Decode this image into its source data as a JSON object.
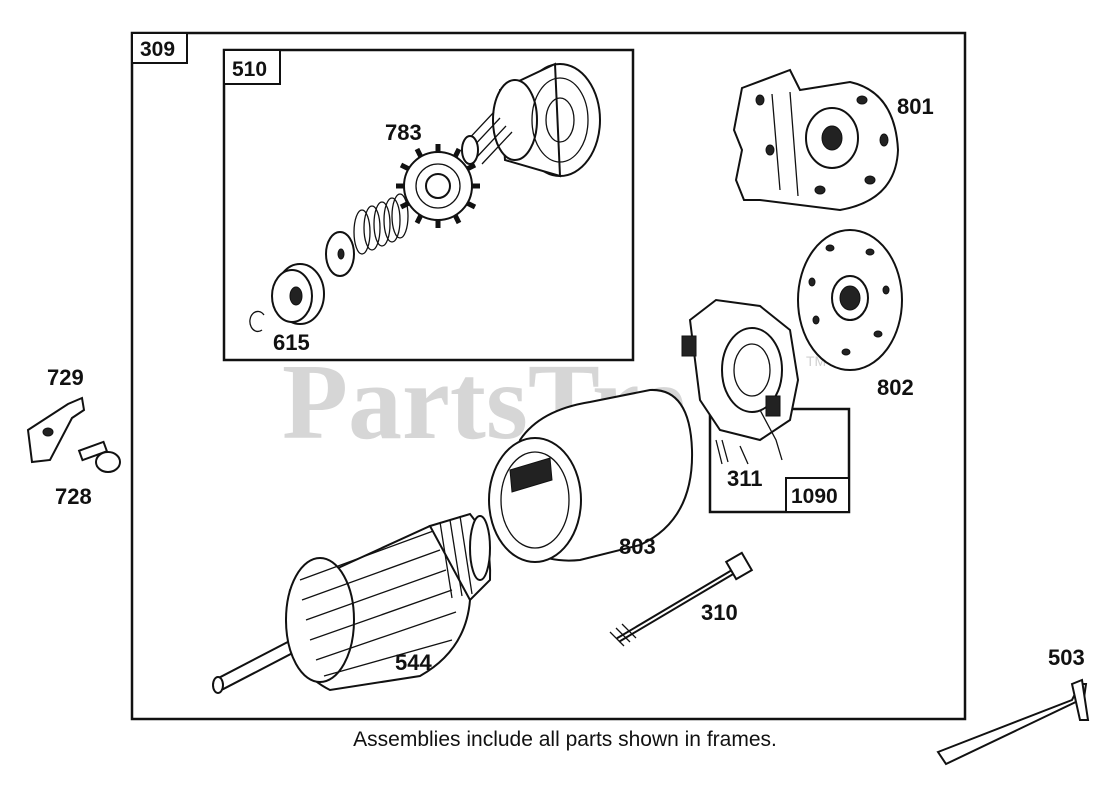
{
  "diagram": {
    "caption": "Assemblies include all parts shown in frames.",
    "watermark": "PartsTre",
    "trademark": "TM",
    "frames": [
      {
        "id": "309"
      },
      {
        "id": "510"
      },
      {
        "id": "1090"
      }
    ],
    "parts": [
      {
        "id": "801"
      },
      {
        "id": "783"
      },
      {
        "id": "615"
      },
      {
        "id": "802"
      },
      {
        "id": "729"
      },
      {
        "id": "728"
      },
      {
        "id": "311"
      },
      {
        "id": "803"
      },
      {
        "id": "310"
      },
      {
        "id": "544"
      },
      {
        "id": "503"
      }
    ]
  }
}
